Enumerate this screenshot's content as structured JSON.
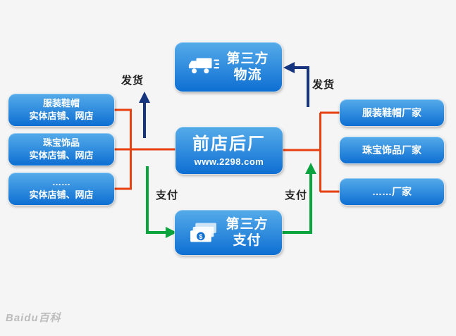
{
  "colors": {
    "red": "#e8400f",
    "green": "#0aa43e",
    "navy": "#16357f",
    "box-top": "#55abe9",
    "box-bottom": "#0e6fd3",
    "label": "#222222",
    "background": "#f5f5f5"
  },
  "nodes": {
    "center": {
      "title": "前店后厂",
      "subtitle": "www.2298.com"
    },
    "logistics": {
      "line1": "第三方",
      "line2": "物流"
    },
    "payment": {
      "line1": "第三方",
      "line2": "支付"
    }
  },
  "left_boxes": [
    {
      "line1": "服装鞋帽",
      "line2": "实体店铺、网店"
    },
    {
      "line1": "珠宝饰品",
      "line2": "实体店铺、网店"
    },
    {
      "line1": "……",
      "line2": "实体店铺、网店"
    }
  ],
  "right_boxes": [
    {
      "label": "服装鞋帽厂家"
    },
    {
      "label": "珠宝饰品厂家"
    },
    {
      "label": "……厂家"
    }
  ],
  "edge_labels": {
    "ship_left": "发货",
    "ship_right": "发货",
    "pay_left": "支付",
    "pay_right": "支付"
  },
  "icons": {
    "logistics": "truck-icon",
    "payment": "banknotes-icon"
  },
  "watermark": "Baidu百科"
}
